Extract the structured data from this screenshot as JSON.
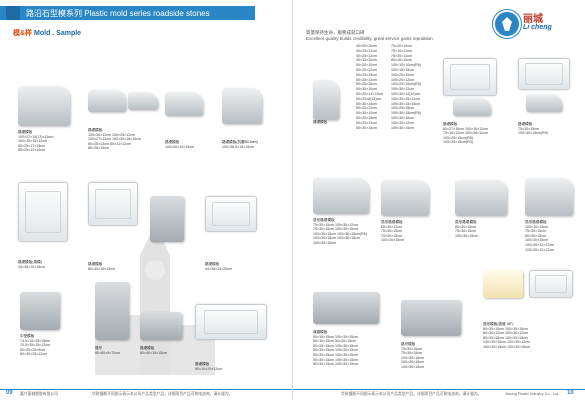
{
  "header": {
    "title": "路沿石型模系列 Plastic mold series roadside stones",
    "section_cn": "模&样",
    "section_en": "Mold . Sample"
  },
  "slogan": {
    "line1": "質量保持生命，服務成就口碑",
    "line2": "Excellent quality builds credibility, great service gains reputation"
  },
  "logo": {
    "cn": "丽城",
    "en": "Li cheng"
  },
  "left_products": [
    {
      "name": "路堤模板",
      "specs": [
        "100×27×15(13)×15cm",
        "100×30×15×12cm",
        "60×25×17×15cm",
        "80×25×12×10cm"
      ]
    },
    {
      "name": "路堤模板",
      "specs": [
        "100×30×12cm  100×25×12cm",
        "100×27×12cm  100×30×18×15cm",
        "80×26×13cm   80×31×12cm",
        "80×26×15cm"
      ]
    },
    {
      "name": "路堤模板",
      "specs": [
        "100×40×15×15cm"
      ]
    },
    {
      "name": "路堤模板(抗震50.5cm)",
      "specs": [
        "100×36.5×15×15cm"
      ]
    },
    {
      "name": "路堤模板(角模)",
      "specs": [
        "44×36×15×15cm"
      ]
    },
    {
      "name": "路堤模板",
      "specs": [
        "80×40×15×15cm"
      ]
    },
    {
      "name": "路堤模板",
      "specs": [
        "44×36×15×25cm"
      ]
    },
    {
      "name": "中型模板",
      "specs": [
        "74.5×15×15×15cm",
        "74.5×35×15×12cm",
        "80×30×25×9cm",
        "80×30×25×12cm"
      ]
    },
    {
      "name": "路牙",
      "specs": [
        "80×60×8×70cm"
      ]
    },
    {
      "name": "路堤模板",
      "specs": [
        "80×40×15×15cm"
      ]
    },
    {
      "name": "路堤模板",
      "specs": [
        "80×10×20×12cm"
      ]
    }
  ],
  "right_products": [
    {
      "name": "路堤模板",
      "specs": []
    },
    {
      "name": "路堤模板",
      "specs": [
        "80×27×16cm   100×16×12cm",
        "75×16×12cm   100×28×12cm",
        "100×25×15cm(R5)",
        "100×30×15cm(R4)"
      ]
    },
    {
      "name": "路堤模板",
      "specs": [
        "75×30×15cm",
        "100×30×15cm(R5)"
      ]
    },
    {
      "name": "弧形路堤模板",
      "specs": [
        "75×30×15cm   100×30×12cm",
        "75×30×15cm   100×30×15cm",
        "100×30×15cm  100×30×15cm(R5)",
        "100×30×15cm  100×40×15cm",
        "100×30×15cm"
      ]
    },
    {
      "name": "弧形路堤模板",
      "specs": [
        "60×30×12cm",
        "75×30×15cm",
        "75×30×15cm",
        "100×30×15cm"
      ]
    },
    {
      "name": "弧形路堤模板",
      "specs": [
        "80×30×15cm",
        "75×30×15cm",
        "100×30×15cm"
      ]
    },
    {
      "name": "弧形路堤模板",
      "specs": [
        "100×10×15cm",
        "75×30×15cm",
        "80×30×15cm",
        "100×30×15cm",
        "100×30×12×12cm",
        "100×30×12×12cm"
      ]
    },
    {
      "name": "道路模板",
      "specs": [
        "50×15×15cm  100×30×15cm",
        "50×10×15cm  50×30×15cm",
        "50×25×15cm  100×30×15cm",
        "50×30×15cm  100×30×15cm",
        "50×30×15cm  100×30×15cm",
        "50×30×15cm  100×30×15cm",
        "50×30×15cm  100×30×15cm"
      ]
    },
    {
      "name": "路牙模板",
      "specs": [
        "75×30×15cm",
        "75×30×15cm",
        "100×30×15cm",
        "100×30×15cm",
        "100×30×15cm"
      ]
    },
    {
      "name": "弧形模板(弧度 36°)",
      "specs": [
        "80×30×15cm  100×30×15cm",
        "80×30×12cm  100×30×12cm",
        "80×30×15cm  100×30×15cm",
        "100×30×15cm  100×30×12cm",
        "100×30×15cm  100×30×15cm"
      ]
    }
  ],
  "spec_column": {
    "lines": [
      "40×20×10cm",
      "40×20×12cm",
      "40×25×12cm",
      "40×15×10cm",
      "50×20×10cm",
      "50×20×12cm",
      "50×20×15cm",
      "50×25×12cm",
      "50×25×15cm",
      "50×30×10cm",
      "50×20×14×12cm",
      "50×20×8(15)cm",
      "50×30×15cm",
      "50×20×12cm",
      "50×30×10cm",
      "50×20×15cm",
      "50×20×12cm",
      "50×30×15cm"
    ]
  },
  "spec_column2": {
    "lines": [
      "75×20×10cm",
      "75×10×12cm",
      "75×30×12cm",
      "80×16×10cm",
      "100×10×10cm(R5)",
      "100×15×15cm",
      "100×20×10cm",
      "100×20×12cm",
      "100×20×15cm(R5)",
      "100×30×12cm",
      "100×30×12(10)cm",
      "100×30×15×12cm",
      "100×30×15×15cm",
      "100×25×15cm",
      "100×30×15cm(R5)",
      "100×30×16cm",
      "100×30×12cm",
      "100×30×15cm"
    ]
  },
  "footer": {
    "left_page": "09",
    "left_company": "嘉兴丽城塑胶有限公司",
    "left_note": "华致摄影不同图示表示本公司产品类型产品，详细项目产品可致电咨询，请计量为。",
    "right_page": "10",
    "right_company": "Jiaxing Plastic Industry Co., Ltd.",
    "right_note": "华致摄影不同图示表示本公司产品类型产品，详细项目产品可致电咨询，请计量为。"
  }
}
